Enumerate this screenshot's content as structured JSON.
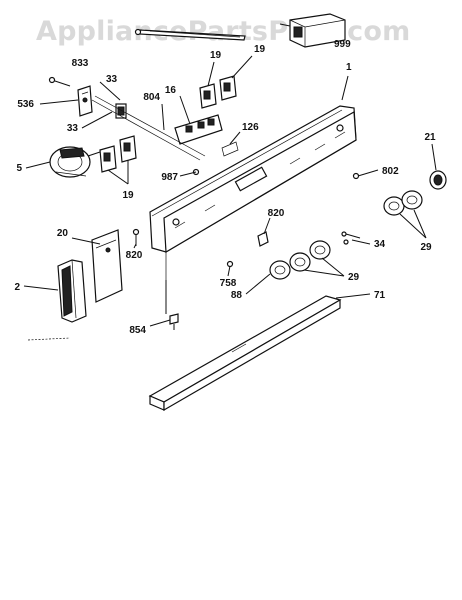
{
  "watermark": "AppliancePartsPros.com",
  "colors": {
    "ink": "#111111",
    "watermark": "#d9d9d9",
    "background": "#ffffff"
  },
  "callouts": {
    "p5": "5",
    "p833": "833",
    "p33a": "33",
    "p536": "536",
    "p33b": "33",
    "p19a": "19",
    "p19b": "19",
    "p19c": "19",
    "p999": "999",
    "p1": "1",
    "p804": "804",
    "p16": "16",
    "p126": "126",
    "p987": "987",
    "p802": "802",
    "p21": "21",
    "p20": "20",
    "p820a": "820",
    "p820b": "820",
    "p34": "34",
    "p29a": "29",
    "p29b": "29",
    "p2": "2",
    "p758": "758",
    "p88": "88",
    "p71": "71",
    "p854": "854"
  }
}
